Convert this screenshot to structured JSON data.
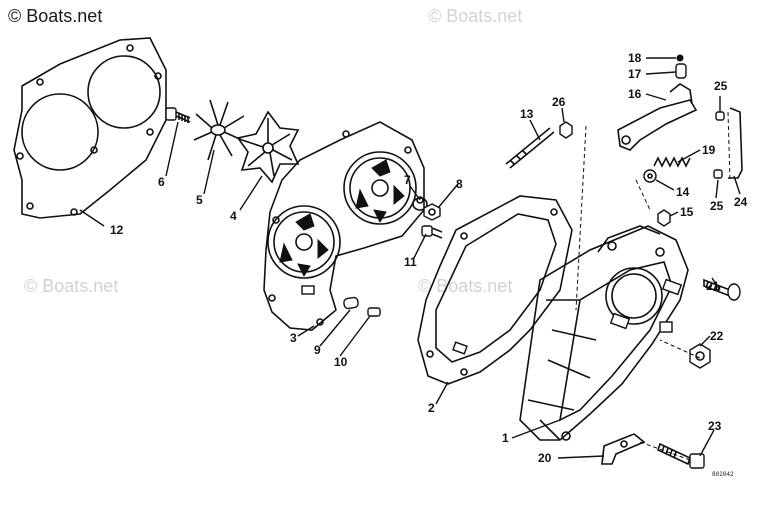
{
  "watermarks": {
    "top_left": "© Boats.net",
    "top_center": "© Boats.net",
    "mid_left": "© Boats.net",
    "mid_center": "© Boats.net"
  },
  "drawing_code": "802042",
  "callouts": [
    "1",
    "2",
    "3",
    "4",
    "5",
    "6",
    "7",
    "8",
    "9",
    "10",
    "11",
    "12",
    "13",
    "14",
    "15",
    "16",
    "17",
    "18",
    "19",
    "20",
    "21",
    "22",
    "23",
    "24",
    "25",
    "25",
    "26"
  ]
}
